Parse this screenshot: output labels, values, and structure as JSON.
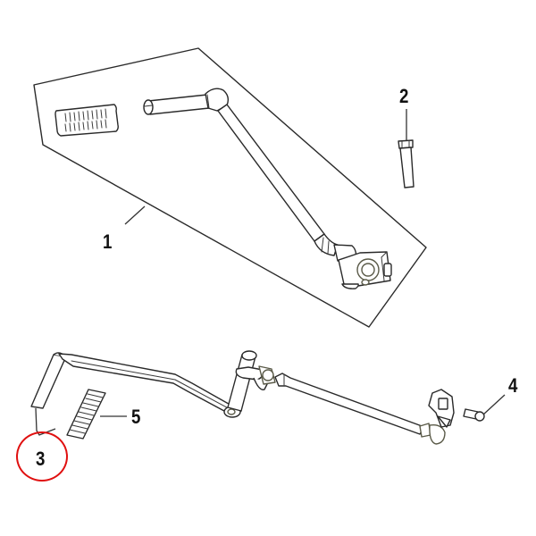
{
  "diagram": {
    "type": "exploded-parts-diagram",
    "background": "#ffffff",
    "line_color": "#2a2a2a",
    "highlight_color": "#e01010",
    "callouts": [
      {
        "id": "1",
        "label": "1",
        "part": "kick-start-lever-assembly"
      },
      {
        "id": "2",
        "label": "2",
        "part": "bolt"
      },
      {
        "id": "3",
        "label": "3",
        "part": "shift-lever-peg",
        "highlighted": true
      },
      {
        "id": "4",
        "label": "4",
        "part": "bolt"
      },
      {
        "id": "5",
        "label": "5",
        "part": "rubber-pad"
      }
    ],
    "highlighted_callout": "3"
  }
}
